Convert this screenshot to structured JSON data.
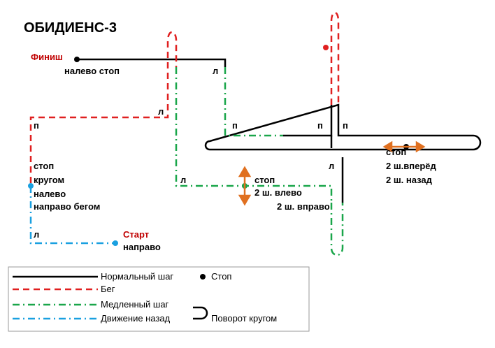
{
  "title": "ОБИДИЕНС-3",
  "colors": {
    "normal": "#000000",
    "run": "#e02020",
    "slow": "#1aa64a",
    "back": "#1aa0e0",
    "arrow": "#e07020",
    "label_red": "#c00000"
  },
  "labels": {
    "finish": "Финиш",
    "finish_cmd": "налево стоп",
    "start": "Старт",
    "start_cmd": "направо",
    "left": "л",
    "right": "п",
    "stop": "стоп",
    "turn_around": "кругом",
    "to_left": "налево",
    "right_run": "направо бегом",
    "two_left": "2 ш. влево",
    "two_right": "2 ш. вправо",
    "two_fwd": "2 ш.вперёд",
    "two_back": "2 ш. назад"
  },
  "legend": {
    "normal": "Нормальный шаг",
    "stop": "Стоп",
    "run": "Бег",
    "slow": "Медленный шаг",
    "back": "Движение назад",
    "turn": "Поворот кругом"
  }
}
